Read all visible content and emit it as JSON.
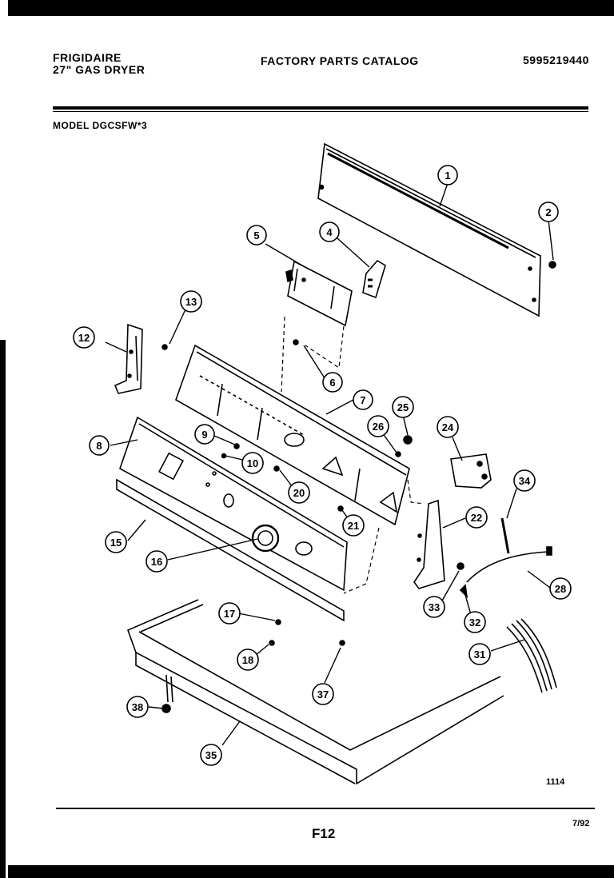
{
  "header": {
    "brand": "FRIGIDAIRE",
    "product": "27\" GAS DRYER",
    "catalog_title": "FACTORY PARTS CATALOG",
    "document_number": "5995219440",
    "model": "MODEL DGCSFW*3"
  },
  "footer": {
    "page_code": "F12",
    "date_code": "7/92",
    "figure_number": "1114"
  },
  "callouts": [
    "1",
    "2",
    "4",
    "5",
    "6",
    "7",
    "8",
    "9",
    "10",
    "12",
    "13",
    "15",
    "16",
    "17",
    "18",
    "20",
    "21",
    "22",
    "24",
    "25",
    "26",
    "28",
    "31",
    "32",
    "33",
    "34",
    "35",
    "37",
    "38"
  ],
  "colors": {
    "ink": "#000000",
    "paper": "#ffffff",
    "frame": "#000000"
  }
}
